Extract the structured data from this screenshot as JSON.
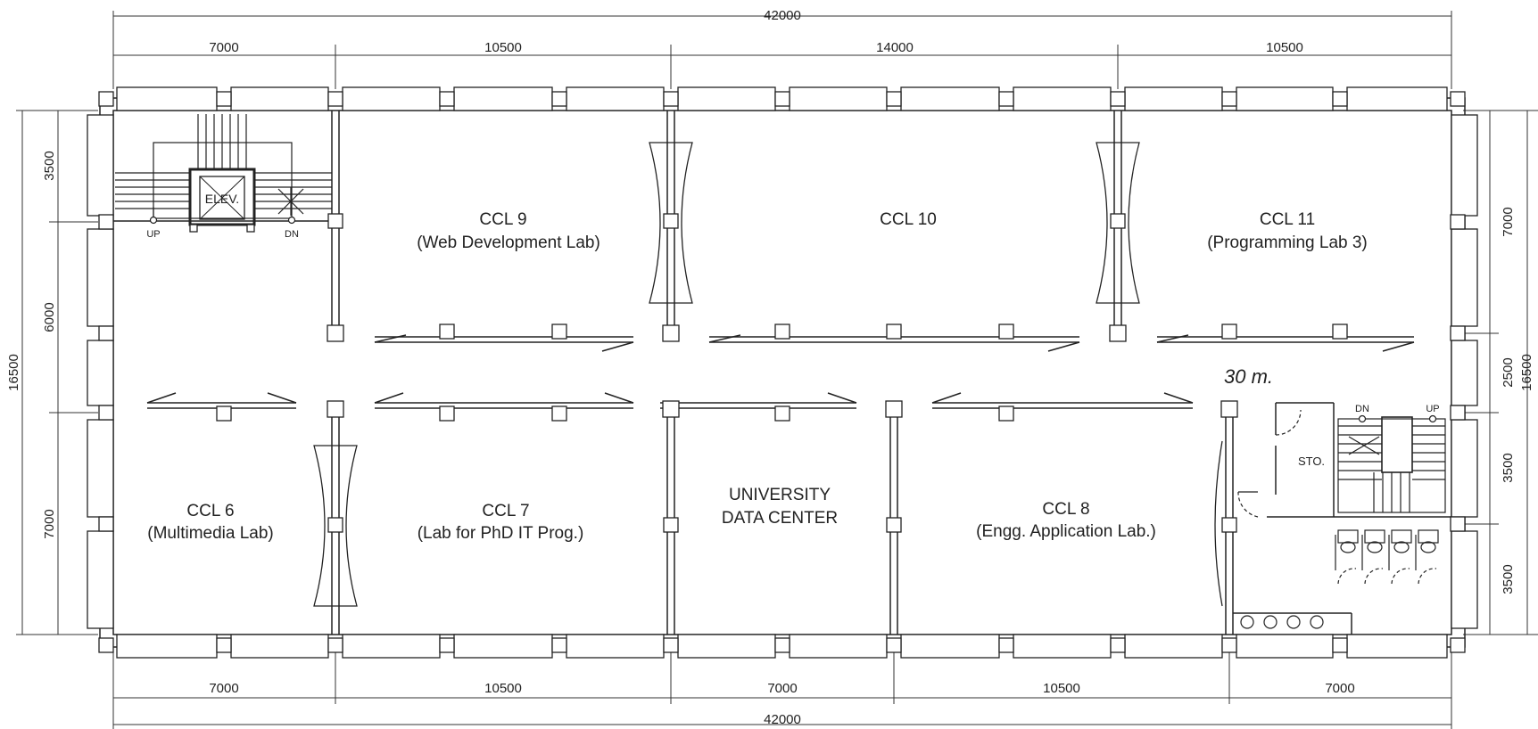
{
  "dimensions": {
    "top_total": "42000",
    "bottom_total": "42000",
    "top_segments": [
      "7000",
      "10500",
      "14000",
      "10500"
    ],
    "bottom_segments": [
      "7000",
      "10500",
      "7000",
      "10500",
      "7000"
    ],
    "left_total": "16500",
    "left_segments": [
      "3500",
      "6000",
      "7000"
    ],
    "right_total": "16500",
    "right_segments": [
      "7000",
      "2500",
      "3500",
      "3500"
    ]
  },
  "rooms": {
    "ccl9": {
      "name": "CCL 9",
      "sub": "(Web Development Lab)"
    },
    "ccl10": {
      "name": "CCL 10"
    },
    "ccl11": {
      "name": "CCL 11",
      "sub": "(Programming Lab 3)"
    },
    "ccl6": {
      "name": "CCL 6",
      "sub": "(Multimedia Lab)"
    },
    "ccl7": {
      "name": "CCL 7",
      "sub": "(Lab for PhD IT Prog.)"
    },
    "udc": {
      "line1": "UNIVERSITY",
      "line2": "DATA CENTER"
    },
    "ccl8": {
      "name": "CCL 8",
      "sub": "(Engg. Application Lab.)"
    }
  },
  "stair_labels": {
    "left_up": "UP",
    "left_dn": "DN",
    "right_dn": "DN",
    "right_up": "UP"
  },
  "elevator_label": "ELEV.",
  "storage_label": "STO.",
  "handwritten_note": "30 m."
}
